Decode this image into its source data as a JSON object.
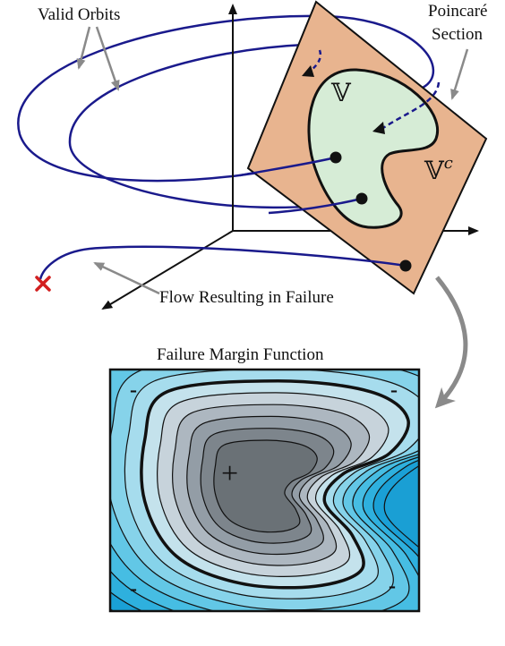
{
  "labels": {
    "valid_orbits": "Valid Orbits",
    "poincare_line1": "Poincaré",
    "poincare_line2": "Section",
    "v_set": "𝕍",
    "v_complement": "𝕍",
    "v_complement_sup": "c",
    "flow_failure": "Flow Resulting in Failure",
    "margin_title": "Failure Margin Function"
  },
  "contour_signs": {
    "top_left": "-",
    "top_right": "-",
    "bottom_left": "-",
    "bottom_right": "-",
    "center": "+"
  },
  "colors": {
    "orbit_blue": "#1a1a8c",
    "section_fill": "#e8b48f",
    "safe_set_fill": "#d6ecd6",
    "failure_marker": "#d22020",
    "annotation_arrow": "#8a8a8a"
  }
}
